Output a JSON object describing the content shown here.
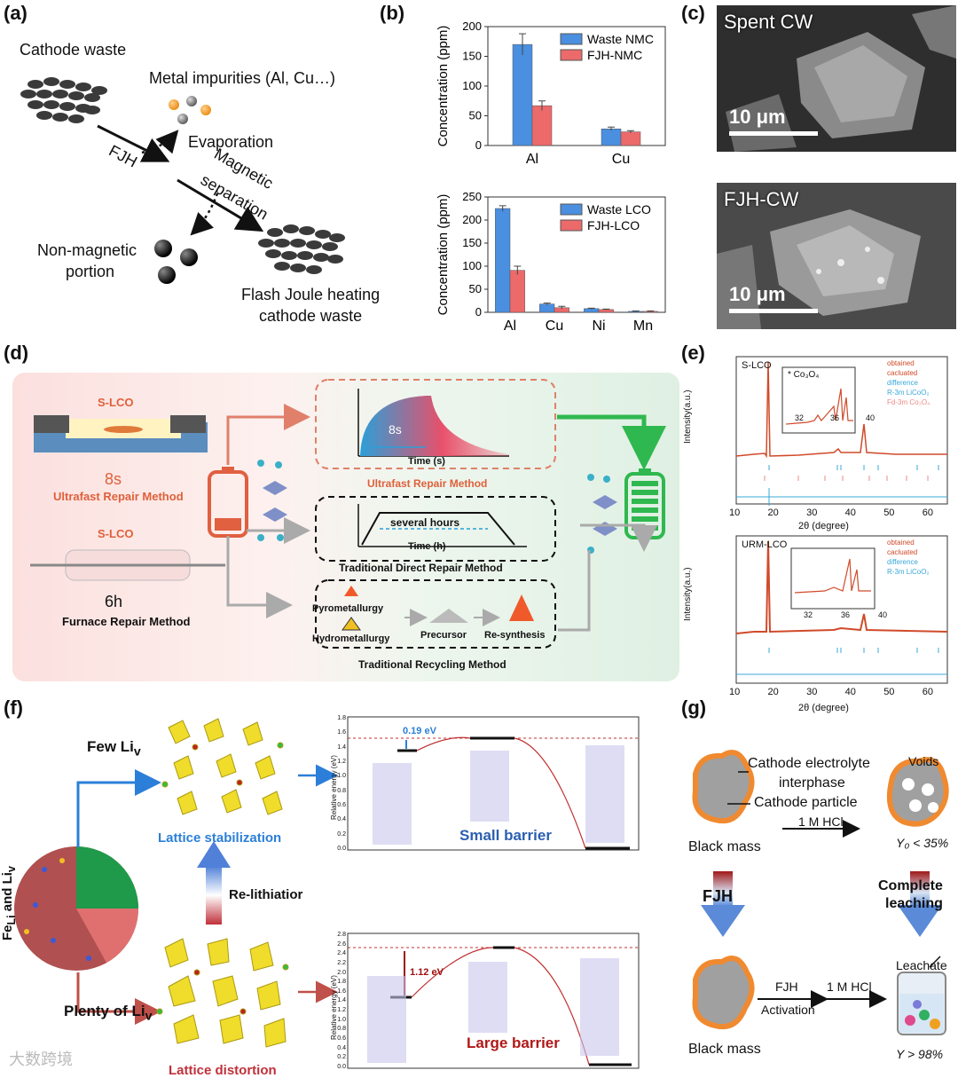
{
  "panels": {
    "a": "(a)",
    "b": "(b)",
    "c": "(c)",
    "d": "(d)",
    "e": "(e)",
    "f": "(f)",
    "g": "(g)"
  },
  "panel_a": {
    "cathode_waste": "Cathode waste",
    "impurities": "Metal impurities (Al, Cu…)",
    "fjh": "FJH",
    "evaporation": "Evaporation",
    "magnetic": "Magnetic",
    "separation": "separation",
    "nonmag_1": "Non-magnetic",
    "nonmag_2": "portion",
    "flash_1": "Flash Joule heating",
    "flash_2": "cathode waste"
  },
  "chart_data": [
    {
      "type": "bar",
      "categories": [
        "Al",
        "Cu"
      ],
      "series": [
        {
          "name": "Waste NMC",
          "values": [
            170,
            28
          ],
          "errors": [
            18,
            3
          ],
          "color": "#4a8fe0"
        },
        {
          "name": "FJH-NMC",
          "values": [
            67,
            23
          ],
          "errors": [
            8,
            2
          ],
          "color": "#ec6a6a"
        }
      ],
      "ylabel": "Concentration (ppm)",
      "ylim": [
        0,
        200
      ],
      "yticks": [
        0,
        50,
        100,
        150,
        200
      ],
      "legend": "top-right"
    },
    {
      "type": "bar",
      "categories": [
        "Al",
        "Cu",
        "Ni",
        "Mn"
      ],
      "series": [
        {
          "name": "Waste LCO",
          "values": [
            225,
            18,
            8,
            2
          ],
          "errors": [
            6,
            2,
            1,
            1
          ],
          "color": "#4a8fe0"
        },
        {
          "name": "FJH-LCO",
          "values": [
            91,
            10,
            6,
            2
          ],
          "errors": [
            9,
            3,
            1,
            1
          ],
          "color": "#ec6a6a"
        }
      ],
      "ylabel": "Concentration (ppm)",
      "ylim": [
        0,
        250
      ],
      "yticks": [
        0,
        50,
        100,
        150,
        200,
        250
      ],
      "legend": "top-right"
    }
  ],
  "panel_c": {
    "top_title": "Spent CW",
    "bottom_title": "FJH-CW",
    "scale": "10 μm"
  },
  "panel_d": {
    "slco": "S-LCO",
    "ultra_time": "8s",
    "ultra_method": "Ultrafast Repair Method",
    "furnace_time": "6h",
    "furnace_method": "Furnace Repair Method",
    "box1_time": "8s",
    "box1_axis": "Time (s)",
    "box1_title": "Ultrafast Repair Method",
    "box2_hours": "several hours",
    "box2_axis": "Time (h)",
    "box2_title": "Traditional Direct Repair Method",
    "pyro": "Pyrometallurgy",
    "hydro": "Hydrometallurgy",
    "precursor": "Precursor",
    "resynth": "Re-synthesis",
    "box3_title": "Traditional Recycling Method"
  },
  "panel_e": {
    "top_title": "S-LCO",
    "bottom_title": "URM-LCO",
    "legend": [
      "obtained",
      "cacluated",
      "difference",
      "R-3m LiCoO₂",
      "Fd-3m Co₃O₄"
    ],
    "inset_label": "* Co₃O₄",
    "inset_ticks": [
      "32",
      "36",
      "40"
    ],
    "ylabel": "Intensity(a.u.)",
    "xlabel": "2θ (degree)",
    "xticks": [
      "10",
      "20",
      "30",
      "40",
      "50",
      "60"
    ]
  },
  "panel_f": {
    "few": "Few Li",
    "plenty": "Plenty of Li",
    "sub": "v",
    "side": "Fe",
    "side_sub": "Li",
    "side_and": " and Li",
    "lattice_stab": "Lattice stabilization",
    "lattice_dist": "Lattice distortion",
    "relith": "Re-lithiatior",
    "ylabel": "Relative energy (eV)",
    "top_barrier": "0.19 eV",
    "top_label": "Small barrier",
    "bottom_barrier": "1.12 eV",
    "bottom_label": "Large barrier",
    "top_yticks": [
      "1.8",
      "1.6",
      "1.4",
      "1.2",
      "1.0",
      "0.8",
      "0.6",
      "0.4",
      "0.2",
      "0.0"
    ],
    "bottom_yticks": [
      "2.8",
      "2.6",
      "2.4",
      "2.2",
      "2.0",
      "1.8",
      "1.6",
      "1.4",
      "1.2",
      "1.0",
      "0.8",
      "0.6",
      "0.4",
      "0.2",
      "0.0"
    ]
  },
  "panel_g": {
    "cei_1": "Cathode electrolyte",
    "cei_2": "interphase",
    "particle": "Cathode particle",
    "voids": "Voids",
    "black_mass": "Black mass",
    "hcl": "1 M HCl",
    "y0": "Y₀ < 35%",
    "fjh": "FJH",
    "complete_1": "Complete",
    "complete_2": "leaching",
    "fjh2": "FJH",
    "activation": "Activation",
    "leachate": "Leachate",
    "y": "Y > 98%"
  },
  "watermark": "大数跨境"
}
